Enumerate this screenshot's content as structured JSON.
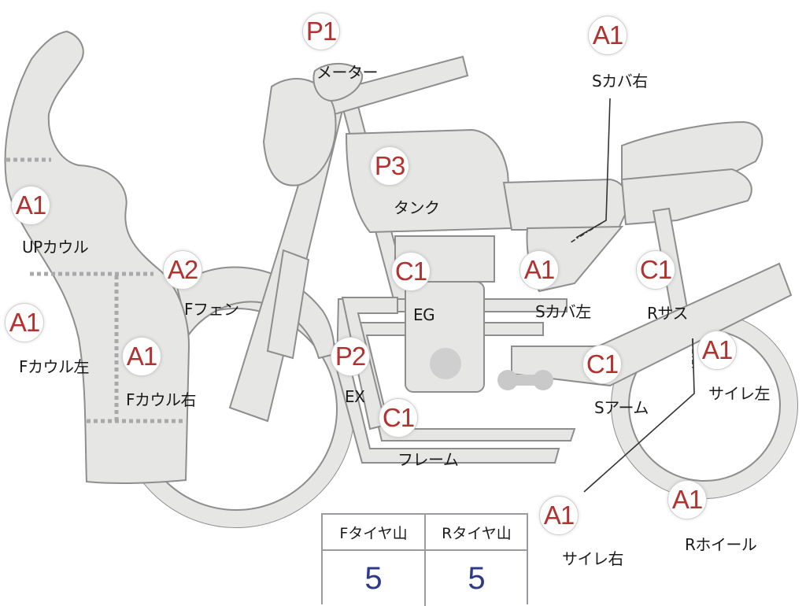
{
  "parts": [
    {
      "id": "meter",
      "code": "P1",
      "label": "メーター"
    },
    {
      "id": "s-cover-right",
      "code": "A1",
      "label": "Sカバ右"
    },
    {
      "id": "tank",
      "code": "P3",
      "label": "タンク"
    },
    {
      "id": "up-cowl",
      "code": "A1",
      "label": "UPカウル"
    },
    {
      "id": "f-fender",
      "code": "A2",
      "label": "Fフェン"
    },
    {
      "id": "engine",
      "code": "C1",
      "label": "EG"
    },
    {
      "id": "s-cover-left",
      "code": "A1",
      "label": "Sカバ左"
    },
    {
      "id": "r-suspension",
      "code": "C1",
      "label": "Rサス"
    },
    {
      "id": "f-cowl-left",
      "code": "A1",
      "label": "Fカウル左"
    },
    {
      "id": "f-cowl-right",
      "code": "A1",
      "label": "Fカウル右"
    },
    {
      "id": "exhaust",
      "code": "P2",
      "label": "EX"
    },
    {
      "id": "frame",
      "code": "C1",
      "label": "フレーム"
    },
    {
      "id": "swing-arm",
      "code": "C1",
      "label": "Sアーム"
    },
    {
      "id": "silencer-left",
      "code": "A1",
      "label": "サイレ左"
    },
    {
      "id": "silencer-right",
      "code": "A1",
      "label": "サイレ右"
    },
    {
      "id": "r-wheel",
      "code": "A1",
      "label": "Rホイール"
    }
  ],
  "tire_table": {
    "headers": [
      "Fタイヤ山",
      "Rタイヤ山"
    ],
    "values": [
      "5",
      "5"
    ]
  },
  "colors": {
    "part_fill": "#e6e6e4",
    "part_outline": "#8e8e8e",
    "code_text": "#b2322f",
    "table_value": "#2d3a8c"
  }
}
